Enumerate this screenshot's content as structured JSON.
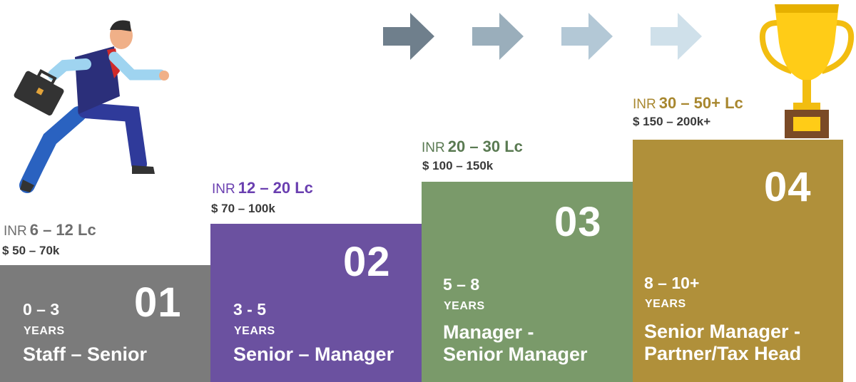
{
  "colors": {
    "step1": "#7b7b7b",
    "step2": "#6b51a0",
    "step3": "#7a9a6a",
    "step4": "#b0903a",
    "inr1": "#6e6e6e",
    "inr2": "#6a3fb0",
    "inr3": "#5a7a52",
    "inr4": "#a8872f"
  },
  "arrows": [
    "arrow-right-icon",
    "arrow-right-icon",
    "arrow-right-icon",
    "arrow-right-icon"
  ],
  "steps": [
    {
      "number": "01",
      "years": "0 – 3",
      "years_word": "YEARS",
      "role": "Staff – Senior",
      "inr_prefix": "INR",
      "inr_value": "6 – 12 Lc",
      "usd": "$ 50 – 70k"
    },
    {
      "number": "02",
      "years": "3 - 5",
      "years_word": "YEARS",
      "role": "Senior – Manager",
      "inr_prefix": "INR",
      "inr_value": "12 – 20 Lc",
      "usd": "$ 70 – 100k"
    },
    {
      "number": "03",
      "years": "5 – 8",
      "years_word": "YEARS",
      "role": "Manager -\nSenior Manager",
      "inr_prefix": "INR",
      "inr_value": "20 – 30 Lc",
      "usd": "$ 100 – 150k"
    },
    {
      "number": "04",
      "years": "8 – 10+",
      "years_word": "YEARS",
      "role": "Senior Manager -\nPartner/Tax Head",
      "inr_prefix": "INR",
      "inr_value": "30 – 50+ Lc",
      "usd": "$ 150 – 200k+"
    }
  ]
}
